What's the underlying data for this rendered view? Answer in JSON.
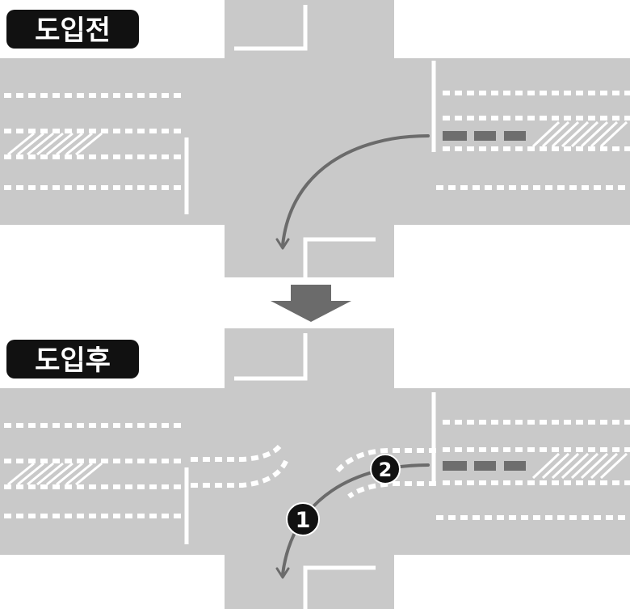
{
  "panels": {
    "before": {
      "label": "도입전"
    },
    "after": {
      "label": "도입후"
    }
  },
  "markers": {
    "step1": "1",
    "step2": "2"
  },
  "colors": {
    "road": "#c9c9c9",
    "marking": "#ffffff",
    "route_arrow": "#6b6b6b",
    "label_background": "#111111",
    "label_text": "#ffffff"
  }
}
